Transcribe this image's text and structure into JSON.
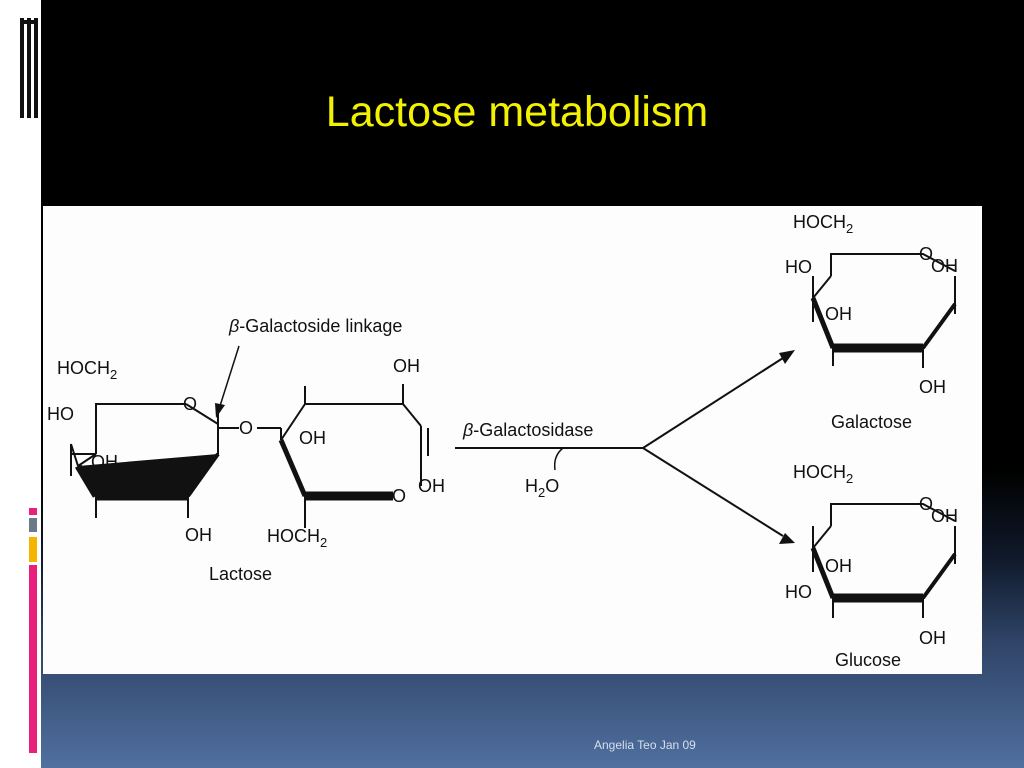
{
  "slide": {
    "title": "Lactose metabolism",
    "footer": "Angelia Teo Jan 09"
  },
  "diagram": {
    "linkage_label_greek": "β",
    "linkage_label_rest": "-Galactoside linkage",
    "enzyme_greek": "β",
    "enzyme_rest": "-Galactosidase",
    "water_h": "H",
    "water_sub": "2",
    "water_o": "O",
    "hoch2_main": "HOCH",
    "hoch2_sub": "2",
    "ho": "HO",
    "oh": "OH",
    "ring_o": "O",
    "lactose": "Lactose",
    "galactose": "Galactose",
    "glucose": "Glucose"
  },
  "colors": {
    "title": "#f2f200",
    "accent_pink": "#e8207c",
    "accent_gray": "#6a7a8a",
    "accent_orange": "#f4b400"
  }
}
